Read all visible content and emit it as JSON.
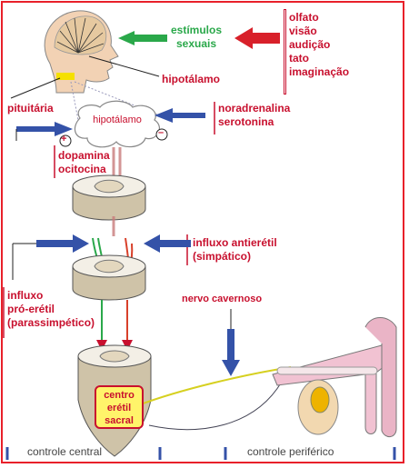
{
  "stimuli": {
    "line1": "estímulos",
    "line2": "sexuais"
  },
  "senses": [
    "olfato",
    "visão",
    "audição",
    "tato",
    "imaginação"
  ],
  "labels": {
    "hipotalamo_head": "hipotálamo",
    "pituitaria": "pituitária",
    "hipotalamo_cloud": "hipotálamo",
    "neuro_inhib": [
      "noradrenalina",
      "serotonina"
    ],
    "neuro_excit": [
      "dopamina",
      "ocitocina"
    ],
    "antierectile": [
      "influxo  antierétil",
      "(simpático)"
    ],
    "proerectile": [
      "influxo",
      "pró-erétil",
      "(parassimpético)"
    ],
    "nervo": "nervo cavernoso",
    "centro": [
      "centro",
      "erétil",
      "sacral"
    ],
    "plus": "+",
    "minus": "–"
  },
  "bottom": {
    "central": "controle central",
    "periferico": "controle periférico"
  },
  "colors": {
    "red": "#c8102e",
    "green": "#2aa84a",
    "blue": "#3452a8",
    "yellow": "#fff46a"
  }
}
